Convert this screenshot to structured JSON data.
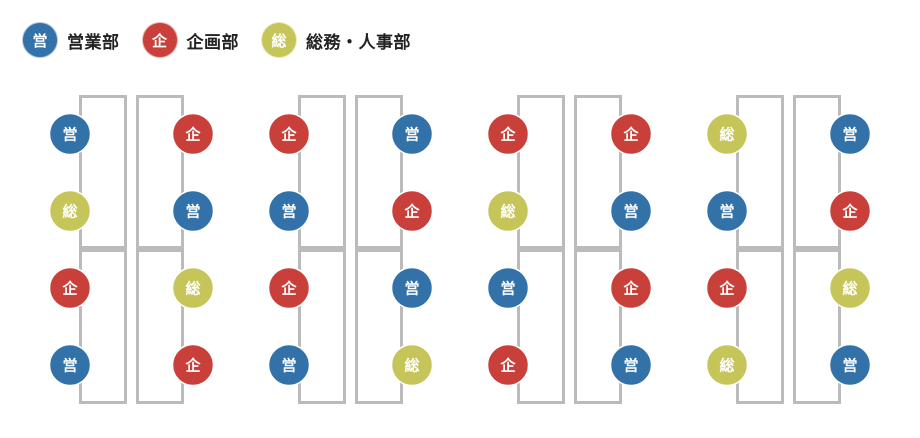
{
  "colors": {
    "sales": "#3272a8",
    "planning": "#c9403b",
    "general": "#c6c55a",
    "desk_stroke": "#bbbbbb"
  },
  "legend": [
    {
      "key": "sales",
      "glyph": "営",
      "label": "営業部"
    },
    {
      "key": "planning",
      "glyph": "企",
      "label": "企画部"
    },
    {
      "key": "general",
      "glyph": "総",
      "label": "総務・人事部"
    }
  ],
  "layouts": [
    {
      "left": [
        "sales",
        "general",
        "planning",
        "sales"
      ],
      "right": [
        "planning",
        "sales",
        "general",
        "planning"
      ]
    },
    {
      "left": [
        "planning",
        "sales",
        "planning",
        "sales"
      ],
      "right": [
        "sales",
        "planning",
        "sales",
        "general"
      ]
    },
    {
      "left": [
        "planning",
        "general",
        "sales",
        "planning"
      ],
      "right": [
        "planning",
        "sales",
        "planning",
        "sales"
      ]
    },
    {
      "left": [
        "general",
        "sales",
        "planning",
        "general"
      ],
      "right": [
        "sales",
        "planning",
        "general",
        "sales"
      ]
    }
  ]
}
